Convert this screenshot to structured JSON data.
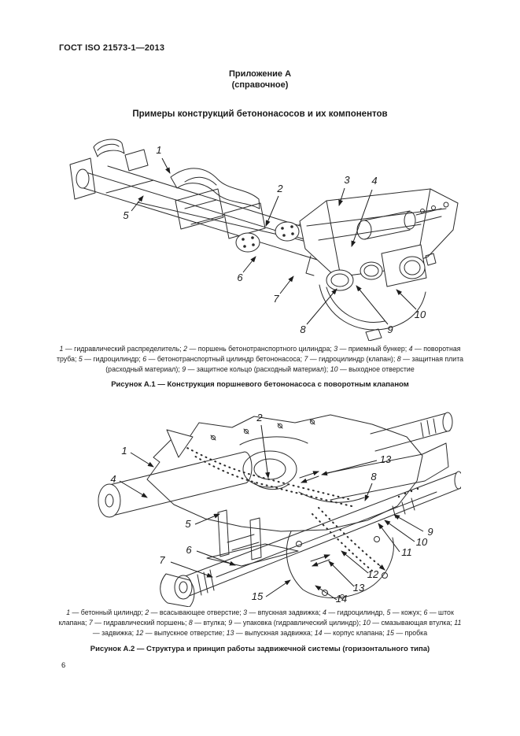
{
  "page": {
    "header": "ГОСТ ISO 21573-1—2013",
    "page_number": "6"
  },
  "appendix": {
    "label": "Приложение А",
    "type": "(справочное)",
    "title": "Примеры конструкций бетононасосов и их компонентов"
  },
  "figure_a1": {
    "callouts": [
      "1",
      "2",
      "3",
      "4",
      "5",
      "6",
      "7",
      "8",
      "9",
      "10"
    ],
    "legend": [
      {
        "num": "1",
        "text": "гидравлический распределитель"
      },
      {
        "num": "2",
        "text": "поршень бетонотранспортного цилиндра"
      },
      {
        "num": "3",
        "text": "приемный бункер"
      },
      {
        "num": "4",
        "text": "поворотная труба"
      },
      {
        "num": "5",
        "text": "гидроцилиндр"
      },
      {
        "num": "6",
        "text": "бетонотранспортный цилиндр бетононасоса"
      },
      {
        "num": "7",
        "text": "гидроцилиндр (клапан)"
      },
      {
        "num": "8",
        "text": "защитная плита (расходный материал)"
      },
      {
        "num": "9",
        "text": "защитное кольцо (расходный материал)"
      },
      {
        "num": "10",
        "text": "выходное отверстие"
      }
    ],
    "caption": "Рисунок А.1 — Конструкция поршневого бетононасоса с поворотным клапаном"
  },
  "figure_a2": {
    "callouts": [
      "1",
      "2",
      "4",
      "5",
      "6",
      "7",
      "8",
      "9",
      "10",
      "11",
      "12",
      "13",
      "13",
      "14",
      "15"
    ],
    "legend": [
      {
        "num": "1",
        "text": "бетонный цилиндр"
      },
      {
        "num": "2",
        "text": "всасывающее отверстие"
      },
      {
        "num": "3",
        "text": "впускная задвижка"
      },
      {
        "num": "4",
        "text": "гидроцилиндр",
        "sep": ", "
      },
      {
        "num": "5",
        "text": "кожух"
      },
      {
        "num": "6",
        "text": "шток клапана"
      },
      {
        "num": "7",
        "text": "гидравлический поршень"
      },
      {
        "num": "8",
        "text": "втулка"
      },
      {
        "num": "9",
        "text": "упаковка (гидравлический цилиндр)"
      },
      {
        "num": "10",
        "text": "смазывающая втулка"
      },
      {
        "num": "11",
        "text": "задвижка"
      },
      {
        "num": "12",
        "text": "выпускное отверстие"
      },
      {
        "num": "13",
        "text": "выпускная задвижка"
      },
      {
        "num": "14",
        "text": "корпус клапана"
      },
      {
        "num": "15",
        "text": "пробка"
      }
    ],
    "caption": "Рисунок А.2 — Структура и принцип работы задвижечной системы (горизонтального типа)"
  }
}
